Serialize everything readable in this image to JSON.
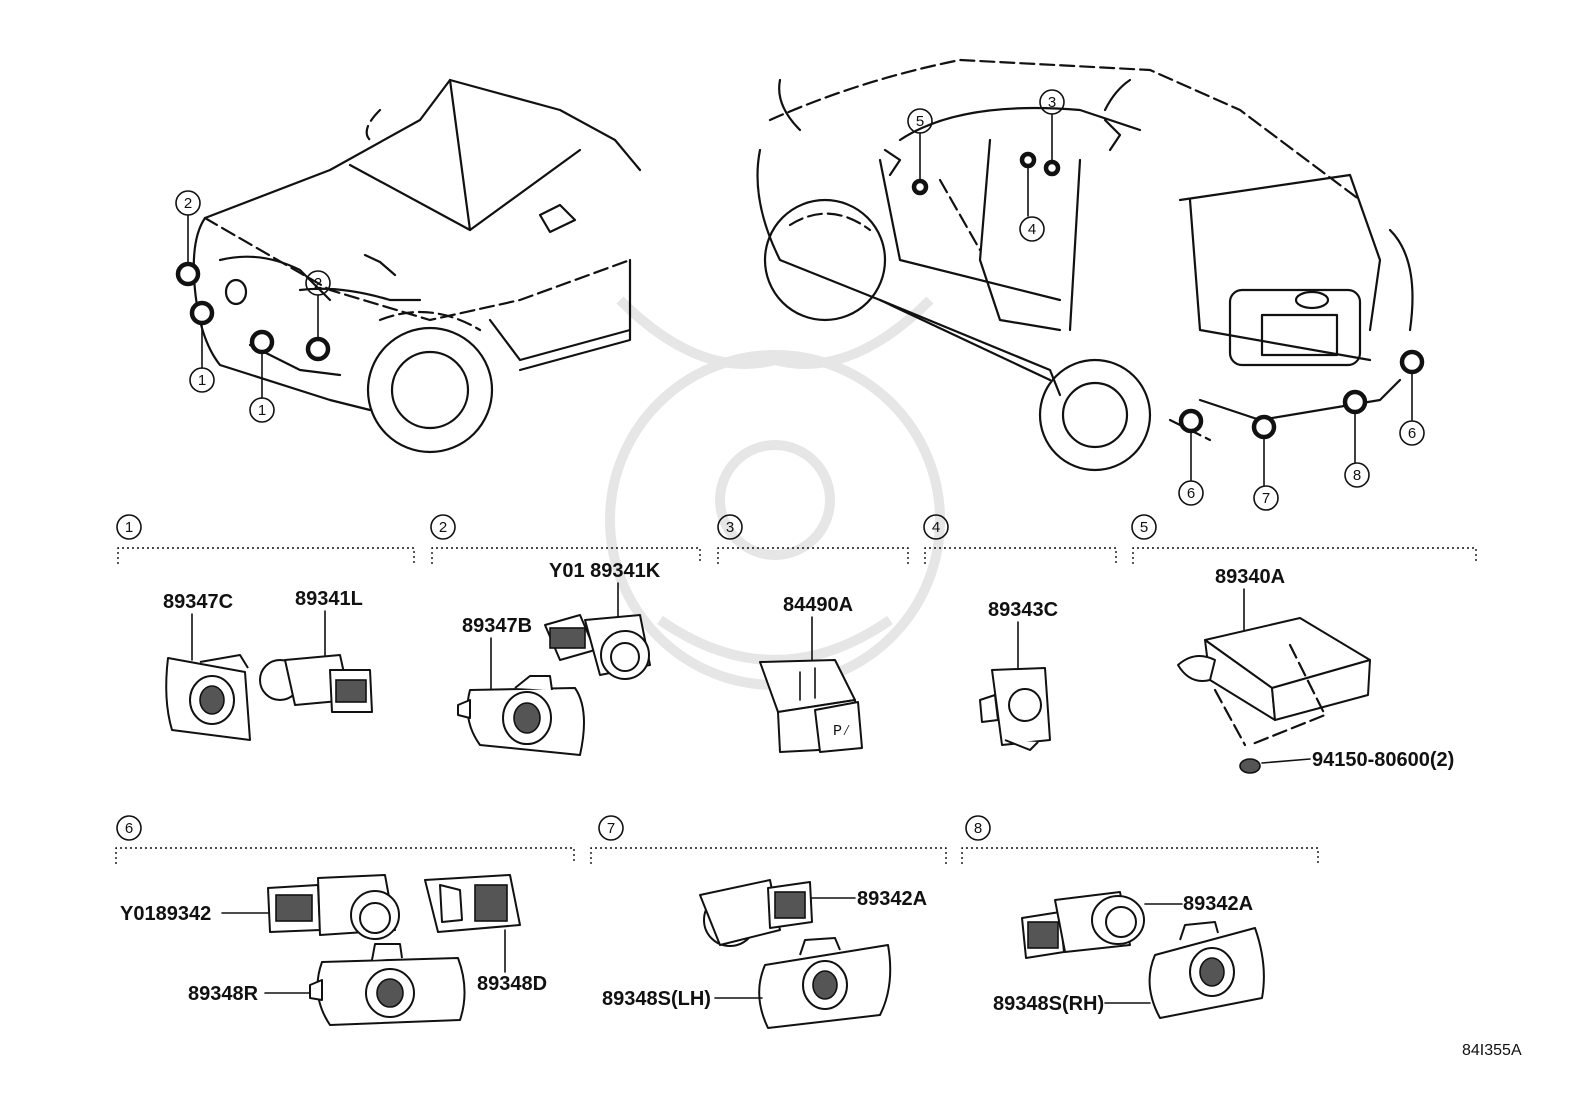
{
  "diagram": {
    "reference_code": "84I355A",
    "sections": [
      {
        "id": "1",
        "parts": [
          "89347C",
          "89341L"
        ]
      },
      {
        "id": "2",
        "parts": [
          "Y01 89341K",
          "89347B"
        ]
      },
      {
        "id": "3",
        "parts": [
          "84490A"
        ]
      },
      {
        "id": "4",
        "parts": [
          "89343C"
        ]
      },
      {
        "id": "5",
        "parts": [
          "89340A",
          "94150-80600(2)"
        ]
      },
      {
        "id": "6",
        "parts": [
          "Y0189342",
          "89348R",
          "89348D"
        ]
      },
      {
        "id": "7",
        "parts": [
          "89342A",
          "89348S(LH)"
        ]
      },
      {
        "id": "8",
        "parts": [
          "89342A",
          "89348S(RH)"
        ]
      }
    ],
    "callouts": {
      "front": [
        "2",
        "2",
        "1",
        "1"
      ],
      "rear": [
        "5",
        "3",
        "4",
        "6",
        "7",
        "8",
        "6"
      ]
    }
  }
}
